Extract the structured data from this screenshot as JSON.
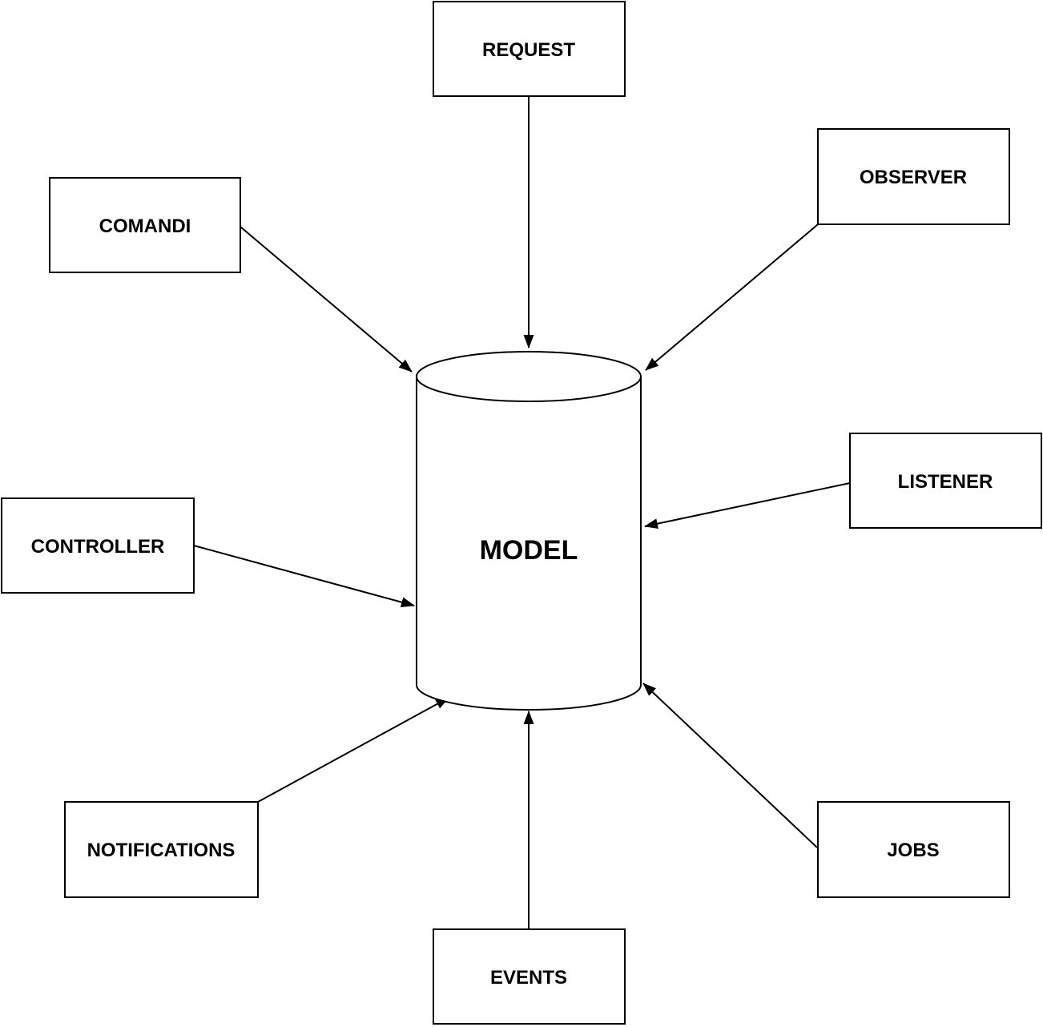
{
  "diagram": {
    "type": "architecture-diagram",
    "colors": {
      "background": "#ffffff",
      "stroke": "#000000",
      "text": "#000000",
      "node_fill": "#ffffff"
    },
    "center_node": {
      "id": "model",
      "label": "MODEL",
      "shape": "cylinder"
    },
    "nodes": [
      {
        "id": "request",
        "label": "REQUEST",
        "shape": "rectangle",
        "position": "top"
      },
      {
        "id": "comandi",
        "label": "COMANDI",
        "shape": "rectangle",
        "position": "top-left"
      },
      {
        "id": "observer",
        "label": "OBSERVER",
        "shape": "rectangle",
        "position": "top-right"
      },
      {
        "id": "controller",
        "label": "CONTROLLER",
        "shape": "rectangle",
        "position": "left"
      },
      {
        "id": "listener",
        "label": "LISTENER",
        "shape": "rectangle",
        "position": "right"
      },
      {
        "id": "notifications",
        "label": "NOTIFICATIONS",
        "shape": "rectangle",
        "position": "bottom-left"
      },
      {
        "id": "events",
        "label": "EVENTS",
        "shape": "rectangle",
        "position": "bottom"
      },
      {
        "id": "jobs",
        "label": "JOBS",
        "shape": "rectangle",
        "position": "bottom-right"
      }
    ],
    "edges": [
      {
        "from": "request",
        "to": "model",
        "arrow": "into-model"
      },
      {
        "from": "comandi",
        "to": "model",
        "arrow": "into-model"
      },
      {
        "from": "observer",
        "to": "model",
        "arrow": "into-model"
      },
      {
        "from": "controller",
        "to": "model",
        "arrow": "into-model"
      },
      {
        "from": "listener",
        "to": "model",
        "arrow": "into-model"
      },
      {
        "from": "notifications",
        "to": "model",
        "arrow": "into-model"
      },
      {
        "from": "events",
        "to": "model",
        "arrow": "into-model"
      },
      {
        "from": "jobs",
        "to": "model",
        "arrow": "into-model"
      }
    ]
  }
}
